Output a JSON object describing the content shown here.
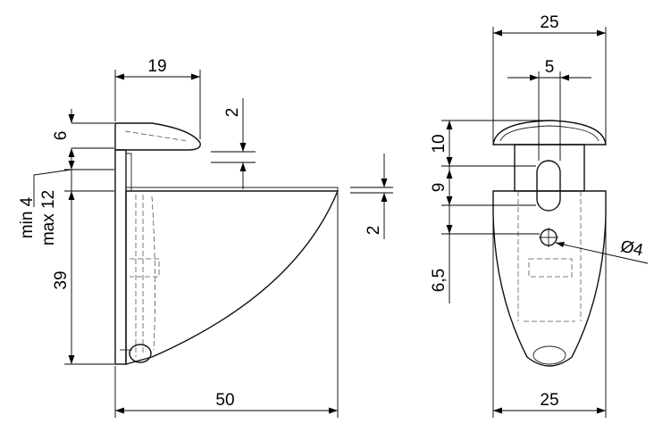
{
  "side_view": {
    "dims": {
      "width_top": "19",
      "flange_height": "6",
      "gap": "2",
      "min": "min 4",
      "max": "max 12",
      "height": "39",
      "base_width": "50",
      "right_gap": "2"
    }
  },
  "front_view": {
    "dims": {
      "width_top": "25",
      "slot_width": "5",
      "cap_height": "10",
      "slot_height": "9",
      "hole_offset": "6,5",
      "hole_diameter": "Ø4",
      "width_bottom": "25"
    }
  }
}
